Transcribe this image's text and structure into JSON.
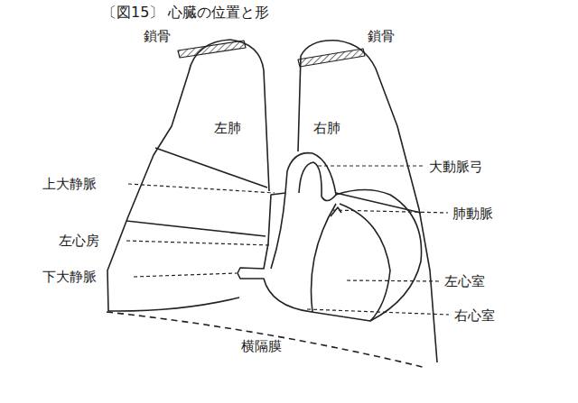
{
  "diagram": {
    "title": "〔図15〕 心臓の位置と形",
    "labels": [
      "鎖骨",
      "鎖骨",
      "左肺",
      "右肺",
      "大動脈弓",
      "上大静脈",
      "肺動脈",
      "左心房",
      "下大静脈",
      "左心室",
      "右心室",
      "横隔膜"
    ]
  }
}
